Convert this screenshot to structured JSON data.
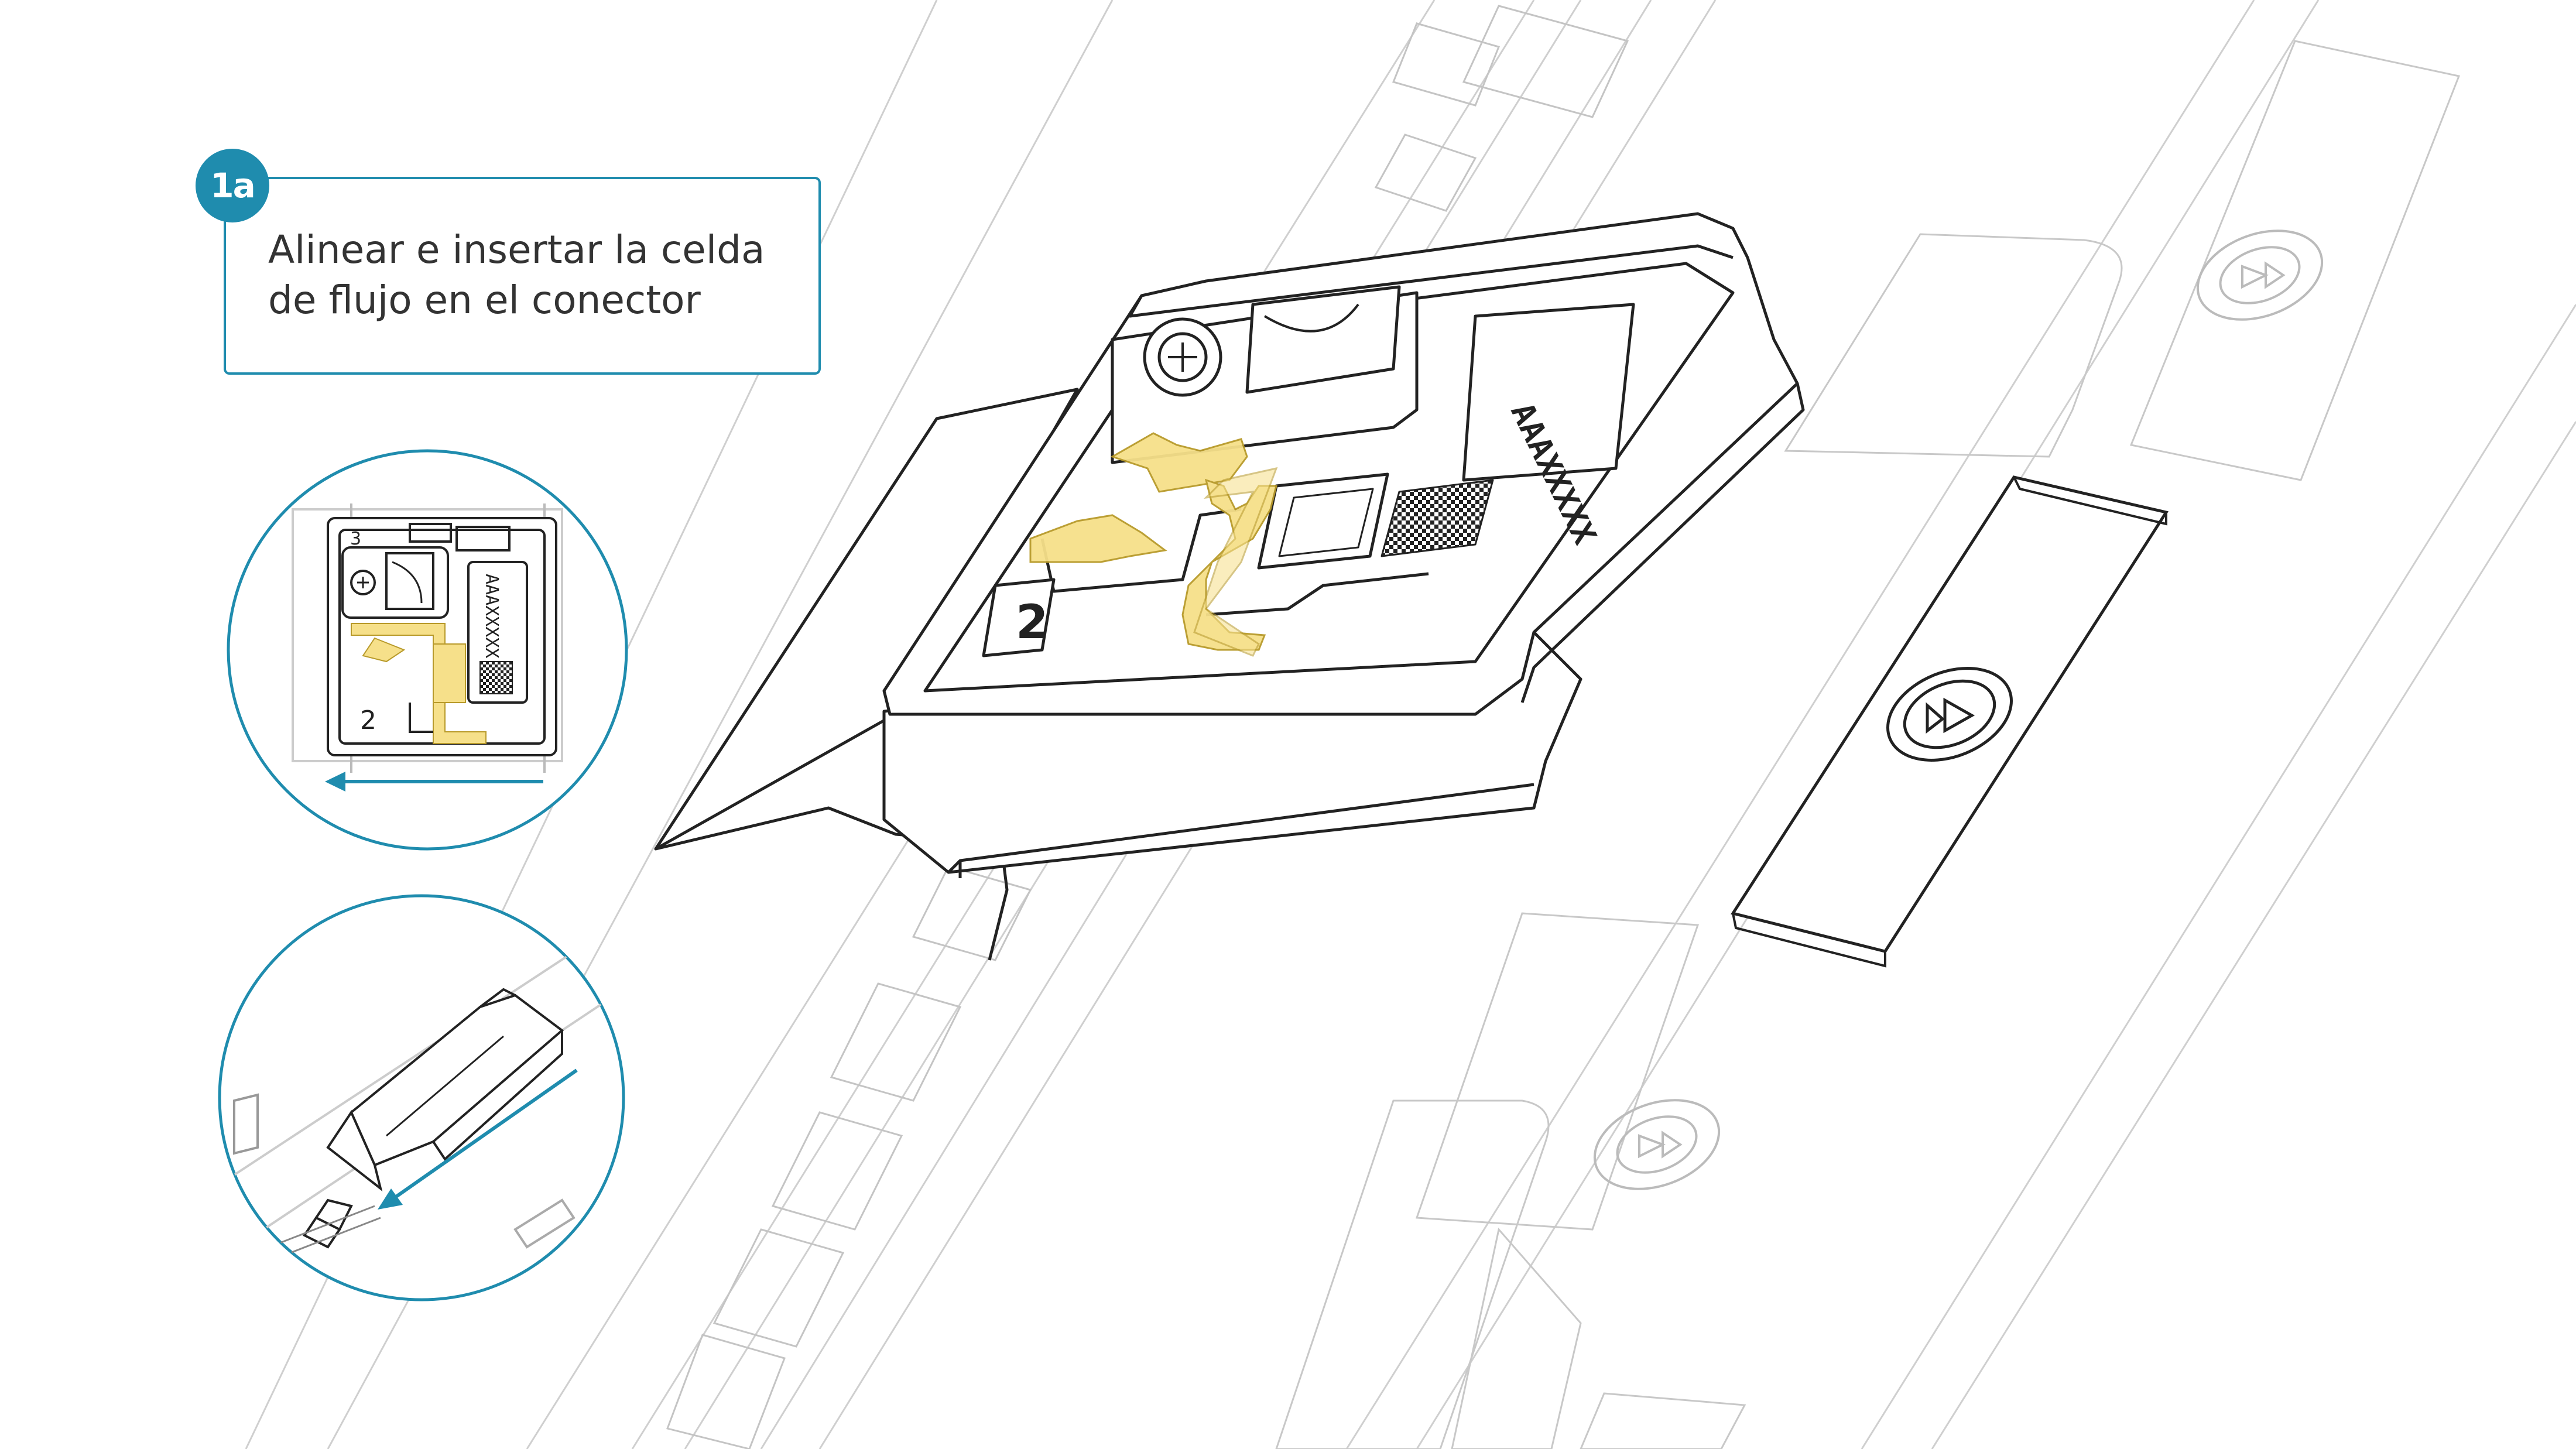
{
  "step": {
    "number": "1a",
    "line1": "Alinear e insertar la celda",
    "line2": "de flujo en el conector"
  },
  "flowcell": {
    "serial": "AAAXXXXX",
    "slot_number": "2",
    "tab_number": "3"
  },
  "colors": {
    "accent": "#1f8cae",
    "highlight": "#f6e08a",
    "line": "#222222",
    "faint_line": "#c9c9c9"
  },
  "icons": [
    "play-icon",
    "screw-icon",
    "datamatrix-icon",
    "arrow-left-icon",
    "arrow-down-left-icon"
  ]
}
